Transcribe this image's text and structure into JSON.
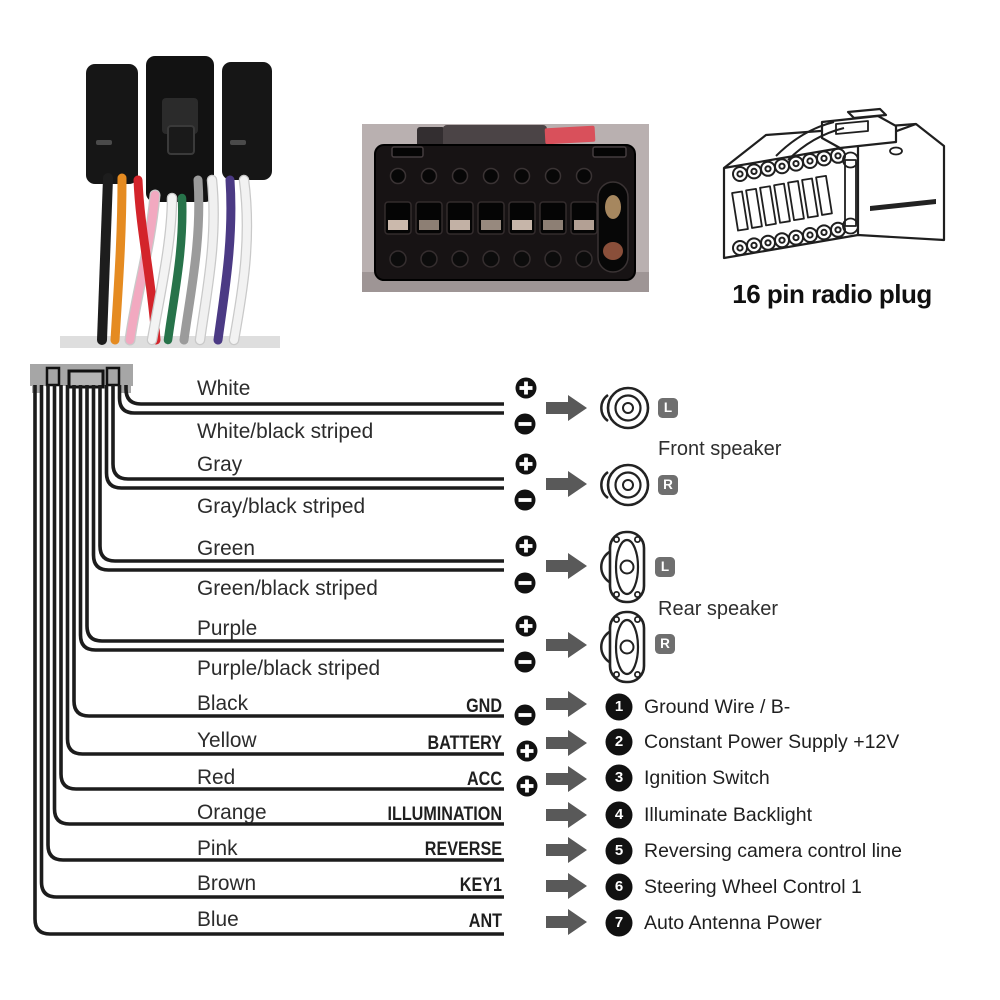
{
  "plug": {
    "caption": "16 pin radio plug"
  },
  "harness_photo": {
    "wire_colors": [
      "black",
      "orange",
      "red",
      "pink",
      "white",
      "green",
      "gray",
      "white",
      "purple",
      "white"
    ]
  },
  "diagram": {
    "speaker_pairs": [
      {
        "wire": "White",
        "stripe_wire": "White/black striped",
        "channel": "L",
        "group_label": "Front speaker",
        "speaker_type": "round"
      },
      {
        "wire": "Gray",
        "stripe_wire": "Gray/black striped",
        "channel": "R",
        "group_label": "",
        "speaker_type": "round"
      },
      {
        "wire": "Green",
        "stripe_wire": "Green/black striped",
        "channel": "L",
        "group_label": "Rear speaker",
        "speaker_type": "oval"
      },
      {
        "wire": "Purple",
        "stripe_wire": "Purple/black striped",
        "channel": "R",
        "group_label": "",
        "speaker_type": "oval"
      }
    ],
    "function_wires": [
      {
        "wire": "Black",
        "terminal": "GND",
        "polarity": "-",
        "number": "1",
        "description": "Ground Wire / B-"
      },
      {
        "wire": "Yellow",
        "terminal": "BATTERY",
        "polarity": "+",
        "number": "2",
        "description": "Constant Power Supply +12V"
      },
      {
        "wire": "Red",
        "terminal": "ACC",
        "polarity": "+",
        "number": "3",
        "description": "Ignition Switch"
      },
      {
        "wire": "Orange",
        "terminal": "ILLUMINATION",
        "polarity": "",
        "number": "4",
        "description": "Illuminate Backlight"
      },
      {
        "wire": "Pink",
        "terminal": "REVERSE",
        "polarity": "",
        "number": "5",
        "description": "Reversing camera control line"
      },
      {
        "wire": "Brown",
        "terminal": "KEY1",
        "polarity": "",
        "number": "6",
        "description": "Steering Wheel Control 1"
      },
      {
        "wire": "Blue",
        "terminal": "ANT",
        "polarity": "",
        "number": "7",
        "description": "Auto  Antenna Power"
      }
    ],
    "colors": {
      "line": "#1c1c1c",
      "arrow": "#595959",
      "badge": "#6f6f6f",
      "connector_block": "#a6a6a6",
      "plus_minus": "#111111"
    }
  }
}
